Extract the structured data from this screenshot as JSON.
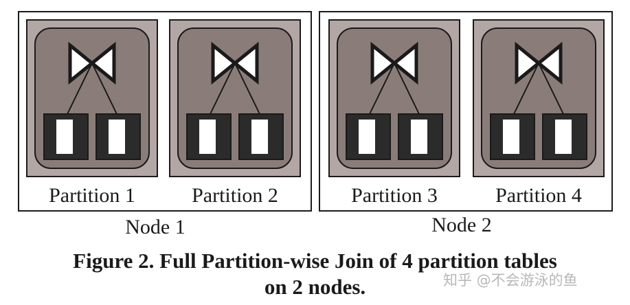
{
  "nodes": [
    {
      "label": "Node 1",
      "partitions": [
        "Partition 1",
        "Partition 2"
      ]
    },
    {
      "label": "Node 2",
      "partitions": [
        "Partition 3",
        "Partition 4"
      ]
    }
  ],
  "caption": {
    "line1": "Figure 2. Full Partition-wise Join of 4 partition tables",
    "line2": "on 2 nodes."
  },
  "watermark": "知乎 @不会游泳的鱼",
  "colors": {
    "outer_fill": "#b3a7a5",
    "inner_fill": "#8a7d79",
    "stroke": "#1a1a1a",
    "table_bar": "#2b2b2b"
  },
  "icons": {
    "join": "bowtie-join-icon",
    "table": "table-partition-icon"
  }
}
